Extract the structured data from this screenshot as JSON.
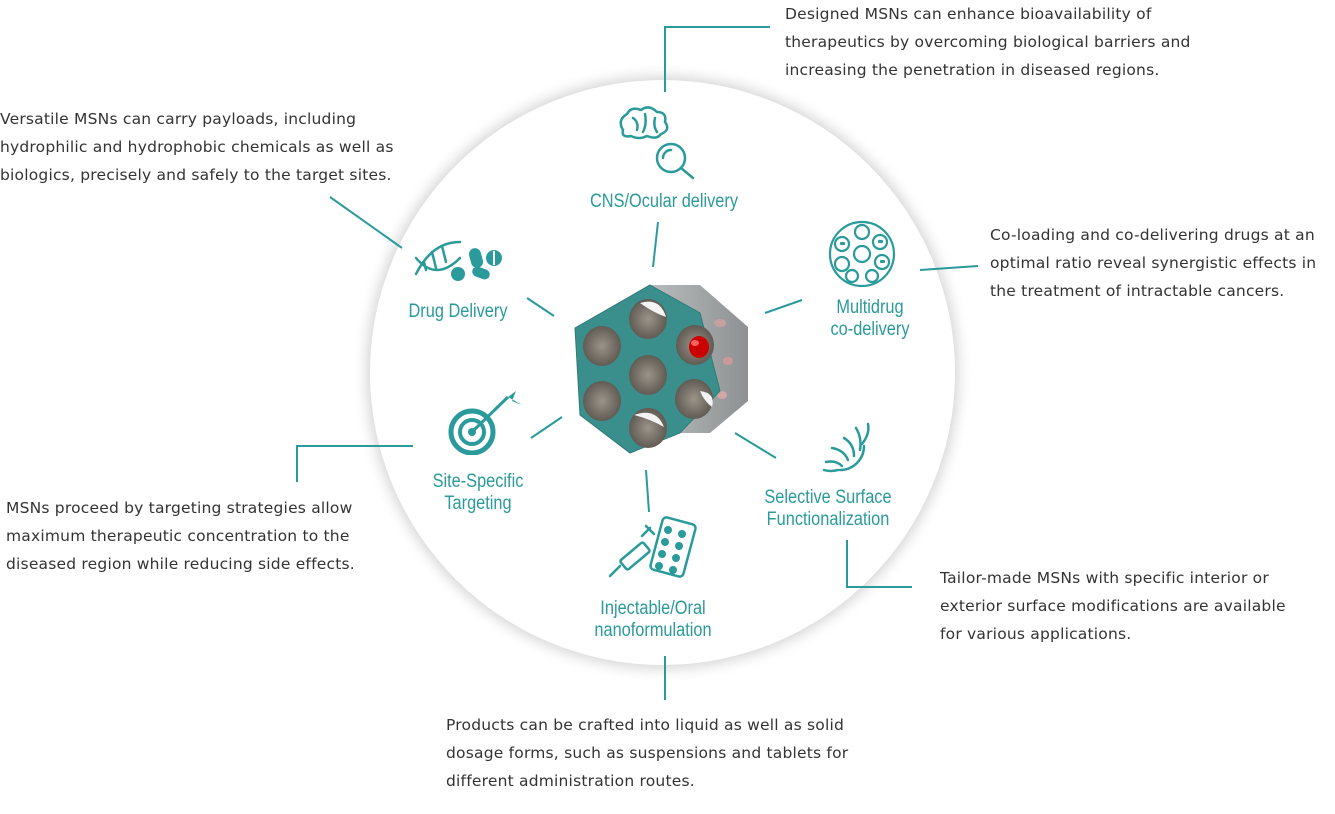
{
  "features": {
    "cns": {
      "label": "CNS/Ocular delivery",
      "description": "Designed MSNs can enhance bioavailability of therapeutics by overcoming biological barriers and increasing the penetration in diseased regions."
    },
    "drug": {
      "label": "Drug Delivery",
      "description": "Versatile MSNs can carry payloads, including hydrophilic and hydrophobic chemicals as well as biologics, precisely and safely to the target sites."
    },
    "multidrug": {
      "label_line1": "Multidrug",
      "label_line2": "co-delivery",
      "description": "Co-loading and co-delivering drugs at an optimal ratio reveal synergistic effects in the treatment of intractable cancers."
    },
    "targeting": {
      "label_line1": "Site-Specific",
      "label_line2": "Targeting",
      "description": "MSNs proceed by targeting strategies allow maximum therapeutic concentration to the diseased region while reducing side effects."
    },
    "surface": {
      "label_line1": "Selective Surface",
      "label_line2": "Functionalization",
      "description": "Tailor-made MSNs with specific interior or exterior surface modifications are available for various applications."
    },
    "injectable": {
      "label_line1": "Injectable/Oral",
      "label_line2": "nanoformulation",
      "description": "Products can be crafted into liquid as well as solid dosage forms, such as suspensions and tablets for different administration routes."
    }
  },
  "colors": {
    "teal": "#2a9a9a",
    "hex_face": "#3a8f8c",
    "line": "#2a9a9a"
  }
}
